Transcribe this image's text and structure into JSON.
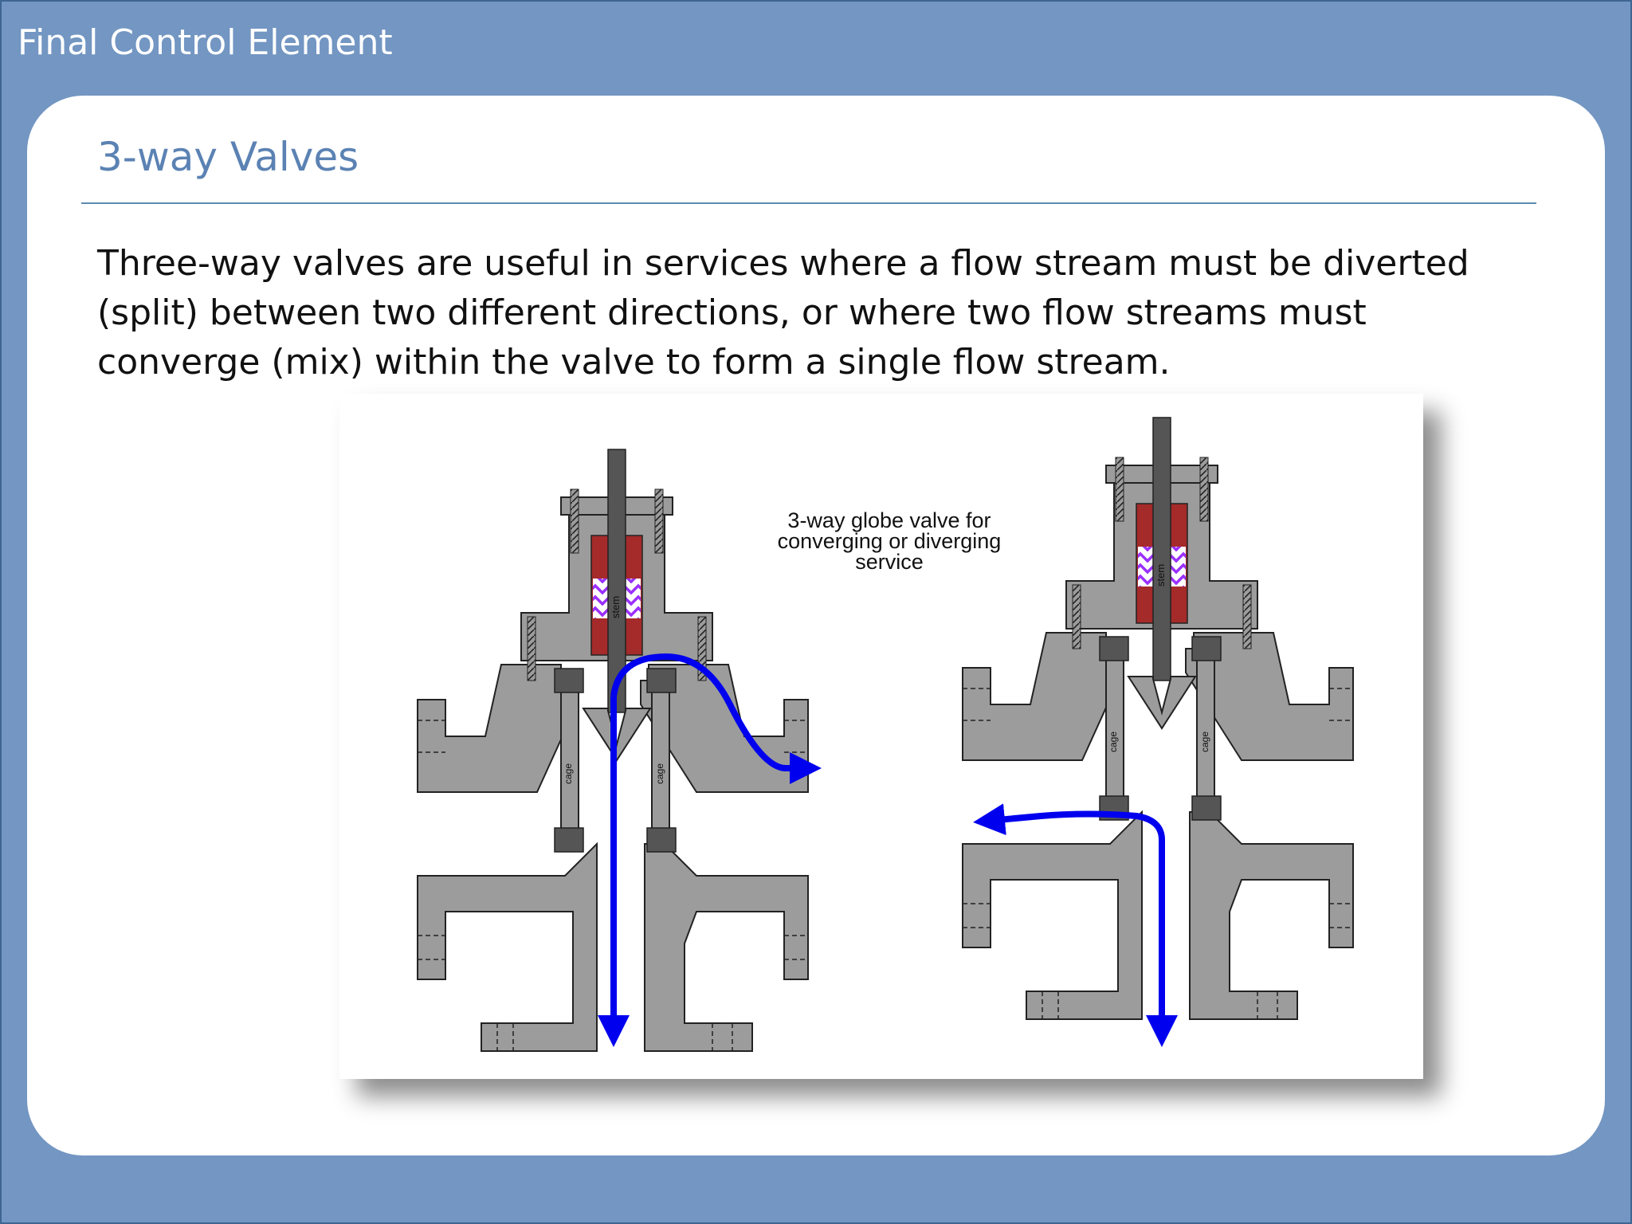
{
  "header": {
    "title": "Final Control Element"
  },
  "slide": {
    "title": "3-way Valves",
    "body": "Three-way valves are useful in services where a flow stream must be diverted (split) between two different directions, or where two flow streams must converge (mix) within the valve to form a single flow stream."
  },
  "figure": {
    "caption": "3-way globe valve for converging or diverging service",
    "stem_label": "stem",
    "cage_label": "cage",
    "colors": {
      "body": "#9c9c9c",
      "dark_part": "#555555",
      "packing": "#a52a2a",
      "spring": "#9b30ff",
      "flow_arrow": "#0000ee"
    }
  }
}
